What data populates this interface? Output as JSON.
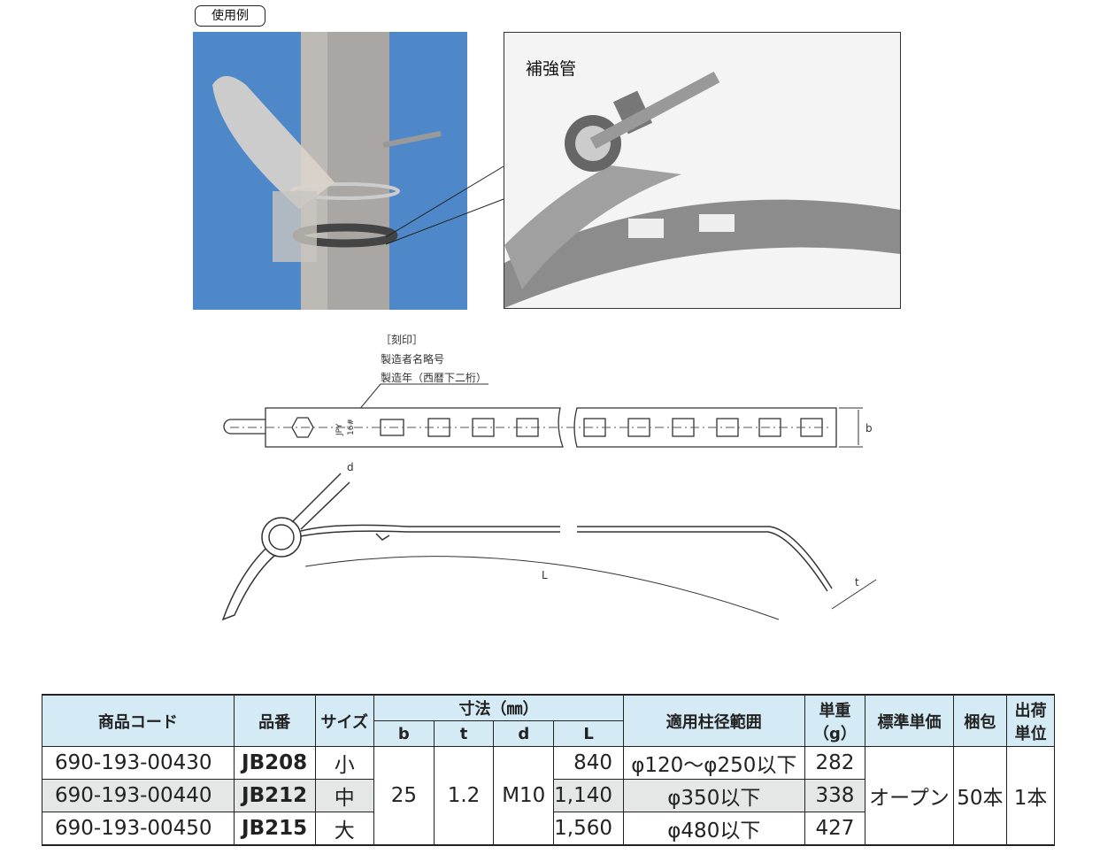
{
  "badge": "使用例",
  "inset_label": "補強管",
  "drawing": {
    "stamp_title": "［刻印］",
    "stamp_line1": "製造者名略号",
    "stamp_line2": "製造年（西暦下二桁）",
    "stamp_mark1": "JPY",
    "stamp_mark2": "16#",
    "dim_b": "b",
    "dim_d": "d",
    "dim_L": "L",
    "dim_t": "t"
  },
  "table": {
    "headers": {
      "code": "商品コード",
      "model": "品番",
      "size": "サイズ",
      "dims": "寸法（㎜）",
      "b": "b",
      "t": "t",
      "d": "d",
      "L": "L",
      "range": "適用柱径範囲",
      "weight": "単重（g）",
      "price": "標準単価",
      "pack": "梱包",
      "unit": "出荷単位"
    },
    "shared": {
      "b": "25",
      "t": "1.2",
      "d": "M10",
      "price": "オープン",
      "pack": "50本",
      "unit": "1本"
    },
    "rows": [
      {
        "code": "690-193-00430",
        "model": "JB208",
        "size": "小",
        "L": "840",
        "range": "φ120～φ250以下",
        "weight": "282"
      },
      {
        "code": "690-193-00440",
        "model": "JB212",
        "size": "中",
        "L": "1,140",
        "range": "φ350以下",
        "weight": "338"
      },
      {
        "code": "690-193-00450",
        "model": "JB215",
        "size": "大",
        "L": "1,560",
        "range": "φ480以下",
        "weight": "427"
      }
    ]
  }
}
